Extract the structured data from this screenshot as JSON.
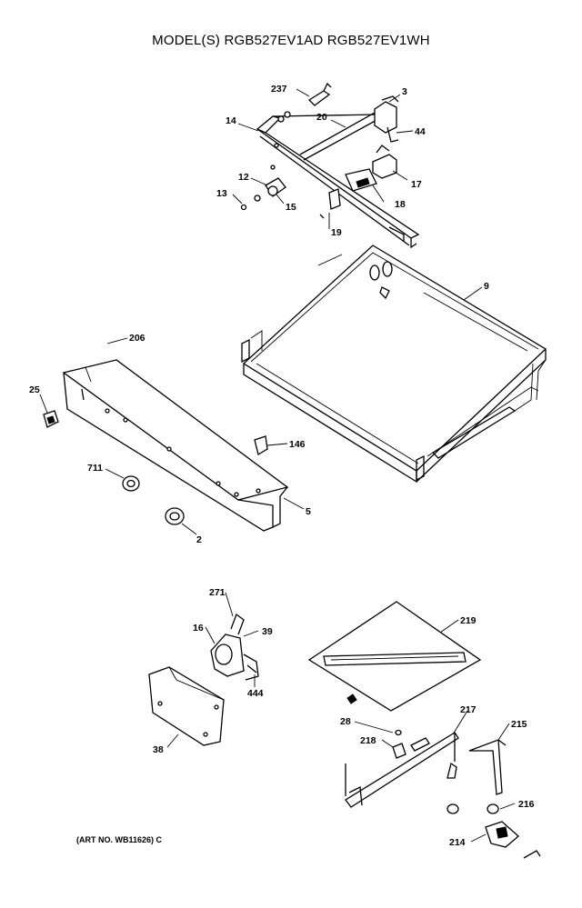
{
  "title": "MODEL(S) RGB527EV1AD  RGB527EV1WH",
  "art_number": "(ART NO. WB11626) C",
  "callouts": {
    "c237": "237",
    "c3": "3",
    "c14": "14",
    "c20": "20",
    "c44": "44",
    "c12": "12",
    "c17": "17",
    "c13": "13",
    "c15": "15",
    "c18": "18",
    "c19": "19",
    "c9": "9",
    "c206": "206",
    "c25": "25",
    "c146": "146",
    "c711": "711",
    "c5": "5",
    "c2": "2",
    "c271": "271",
    "c16": "16",
    "c39": "39",
    "c444": "444",
    "c38": "38",
    "c219": "219",
    "c28": "28",
    "c217": "217",
    "c215": "215",
    "c218": "218",
    "c216": "216",
    "c214": "214"
  }
}
